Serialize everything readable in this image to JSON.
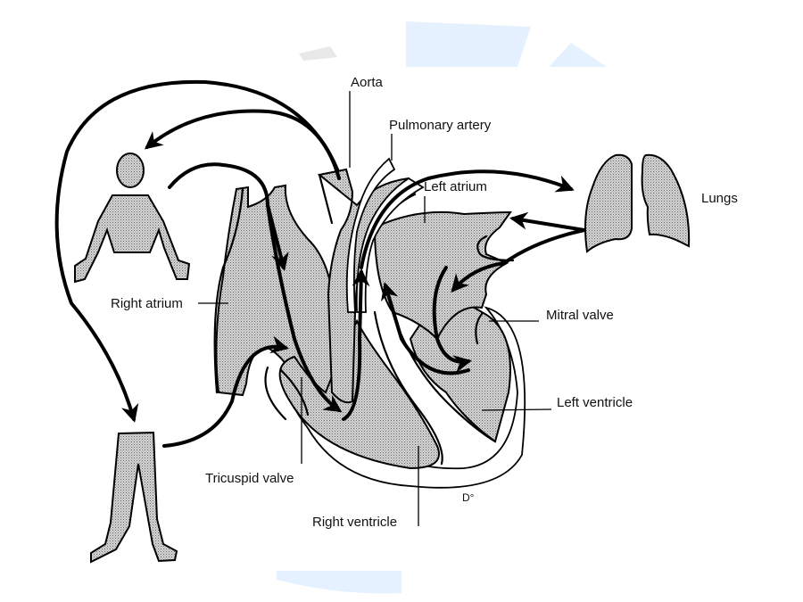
{
  "diagram": {
    "subject": "circulation through the heart",
    "labels": {
      "aorta": "Aorta",
      "pulmonary_artery": "Pulmonary artery",
      "left_atrium": "Left atrium",
      "lungs": "Lungs",
      "right_atrium": "Right atrium",
      "mitral_valve": "Mitral valve",
      "left_ventricle": "Left ventricle",
      "tricuspid_valve": "Tricuspid valve",
      "right_ventricle": "Right ventricle"
    },
    "figures": [
      "upper-body",
      "lower-body",
      "lungs",
      "heart"
    ],
    "signature": "D°",
    "colors": {
      "ink": "#000000",
      "stipple": "#b8b8b8",
      "watermark": "#e3efff"
    }
  }
}
